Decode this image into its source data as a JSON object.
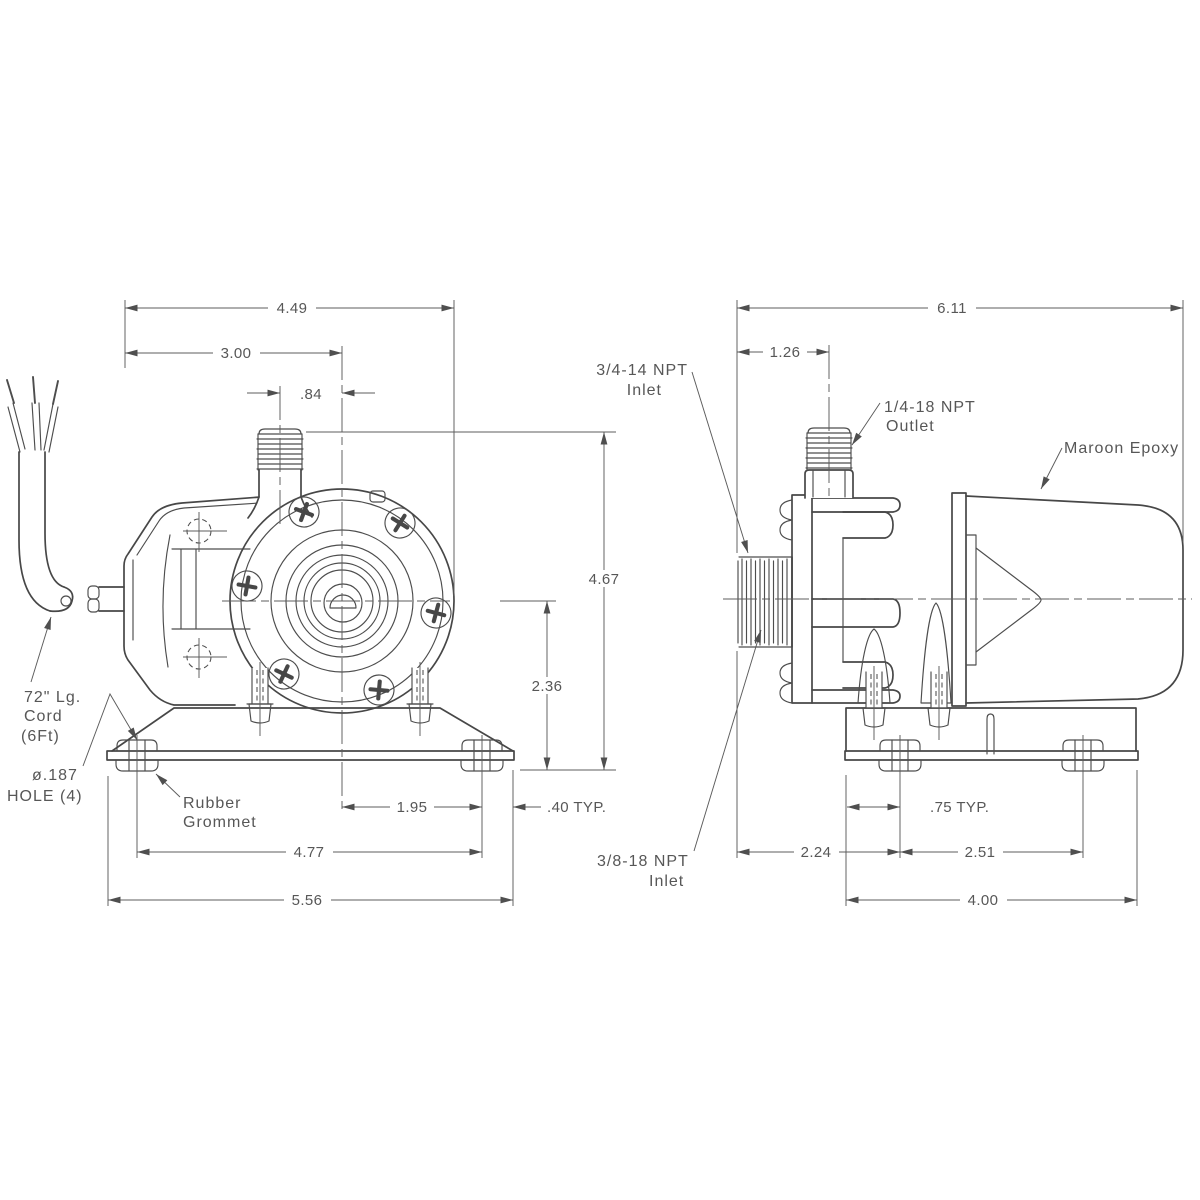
{
  "drawing": {
    "type": "pump dimensional drawing, two orthographic views",
    "background": "#ffffff",
    "line_color": "#474747",
    "text_color": "#575757"
  },
  "front": {
    "dims": {
      "overall_width": "4.49",
      "edge_to_center": "3.00",
      "outlet_to_center": ".84",
      "overall_height": "4.67",
      "center_height": "2.36",
      "center_to_grommet": "1.95",
      "grommet_edge_margin": ".40 TYP.",
      "grommet_spacing": "4.77",
      "base_width": "5.56"
    },
    "labels": {
      "cord1": "72\" Lg.",
      "cord2": "Cord",
      "cord3": "(6Ft)",
      "hole1": "ø.187",
      "hole2": "HOLE (4)",
      "grommet1": "Rubber",
      "grommet2": "Grommet"
    }
  },
  "side": {
    "dims": {
      "overall_length": "6.11",
      "face_to_outlet": "1.26",
      "grommet_inset": ".75 TYP.",
      "face_to_grommet": "2.24",
      "grommet_spacing": "2.51",
      "base_length": "4.00"
    },
    "labels": {
      "inlet34_1": "3/4-14 NPT",
      "inlet34_2": "Inlet",
      "outlet14_1": "1/4-18 NPT",
      "outlet14_2": "Outlet",
      "epoxy": "Maroon Epoxy",
      "inlet38_1": "3/8-18 NPT",
      "inlet38_2": "Inlet"
    }
  }
}
